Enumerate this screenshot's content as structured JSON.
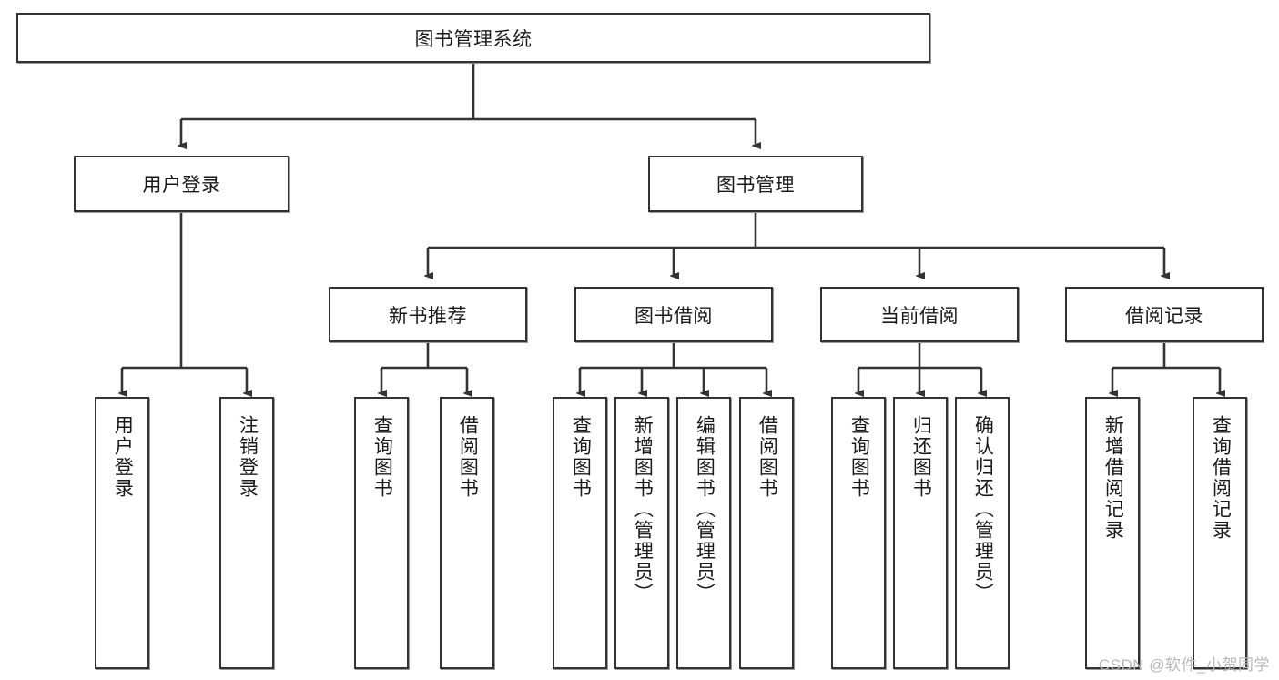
{
  "diagram": {
    "title": "图书管理系统",
    "type": "hierarchy-tree",
    "stroke_color": "#333333",
    "fill_color": "#ffffff",
    "text_color": "#1a1a1a",
    "watermark": "CSDN @软件_小贺同学",
    "levels": {
      "root": {
        "label": "图书管理系统"
      },
      "level2": [
        {
          "label": "用户登录"
        },
        {
          "label": "图书管理"
        }
      ],
      "level3": [
        {
          "label": "新书推荐"
        },
        {
          "label": "图书借阅"
        },
        {
          "label": "当前借阅"
        },
        {
          "label": "借阅记录"
        }
      ],
      "leaves": [
        {
          "label": "用户登录",
          "parent": "用户登录"
        },
        {
          "label": "注销登录",
          "parent": "用户登录"
        },
        {
          "label": "查询图书",
          "parent": "新书推荐"
        },
        {
          "label": "借阅图书",
          "parent": "新书推荐"
        },
        {
          "label": "查询图书",
          "parent": "图书借阅"
        },
        {
          "label": "新增图书（管理员）",
          "parent": "图书借阅"
        },
        {
          "label": "编辑图书（管理员）",
          "parent": "图书借阅"
        },
        {
          "label": "借阅图书",
          "parent": "图书借阅"
        },
        {
          "label": "查询图书",
          "parent": "当前借阅"
        },
        {
          "label": "归还图书",
          "parent": "当前借阅"
        },
        {
          "label": "确认归还（管理员）",
          "parent": "当前借阅"
        },
        {
          "label": "新增借阅记录",
          "parent": "借阅记录"
        },
        {
          "label": "查询借阅记录",
          "parent": "借阅记录"
        }
      ]
    }
  }
}
